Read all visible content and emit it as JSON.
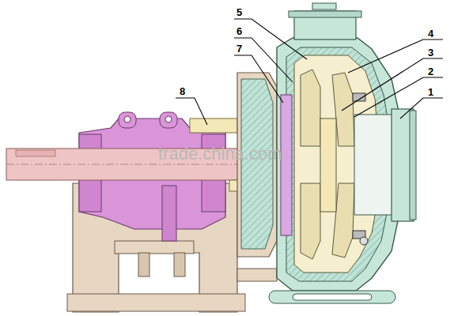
{
  "diagram": {
    "labels": [
      "1",
      "2",
      "3",
      "4",
      "5",
      "6",
      "7",
      "8",
      "trade.china.com"
    ]
  }
}
